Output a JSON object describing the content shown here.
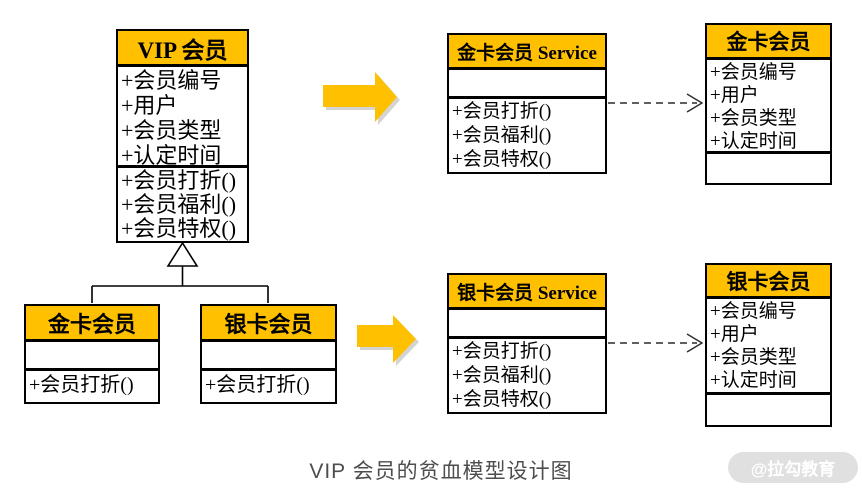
{
  "caption": "VIP 会员的贫血模型设计图",
  "watermark": "@拉勾教育",
  "colors": {
    "class_header_fill": "#FFC000",
    "block_arrow_fill": "#FFC000",
    "border": "#000000",
    "caption_text": "#4D4D4D",
    "watermark_bg": "#E2E2E2",
    "watermark_text": "#FFFFFF"
  },
  "classes": {
    "vip": {
      "title": "VIP 会员",
      "attributes": [
        "+会员编号",
        "+用户",
        "+会员类型",
        "+认定时间"
      ],
      "methods": [
        "+会员打折()",
        "+会员福利()",
        "+会员特权()"
      ]
    },
    "gold_card": {
      "title": "金卡会员",
      "attributes": [],
      "methods": [
        "+会员打折()"
      ]
    },
    "silver_card": {
      "title": "银卡会员",
      "attributes": [],
      "methods": [
        "+会员打折()"
      ]
    },
    "gold_service": {
      "title": "金卡会员 Service",
      "attributes": [],
      "methods": [
        "+会员打折()",
        "+会员福利()",
        "+会员特权()"
      ]
    },
    "gold_entity": {
      "title": "金卡会员",
      "attributes": [
        "+会员编号",
        "+用户",
        "+会员类型",
        "+认定时间"
      ],
      "methods": []
    },
    "silver_service": {
      "title": "银卡会员 Service",
      "attributes": [],
      "methods": [
        "+会员打折()",
        "+会员福利()",
        "+会员特权()"
      ]
    },
    "silver_entity": {
      "title": "银卡会员",
      "attributes": [
        "+会员编号",
        "+用户",
        "+会员类型",
        "+认定时间"
      ],
      "methods": []
    }
  }
}
